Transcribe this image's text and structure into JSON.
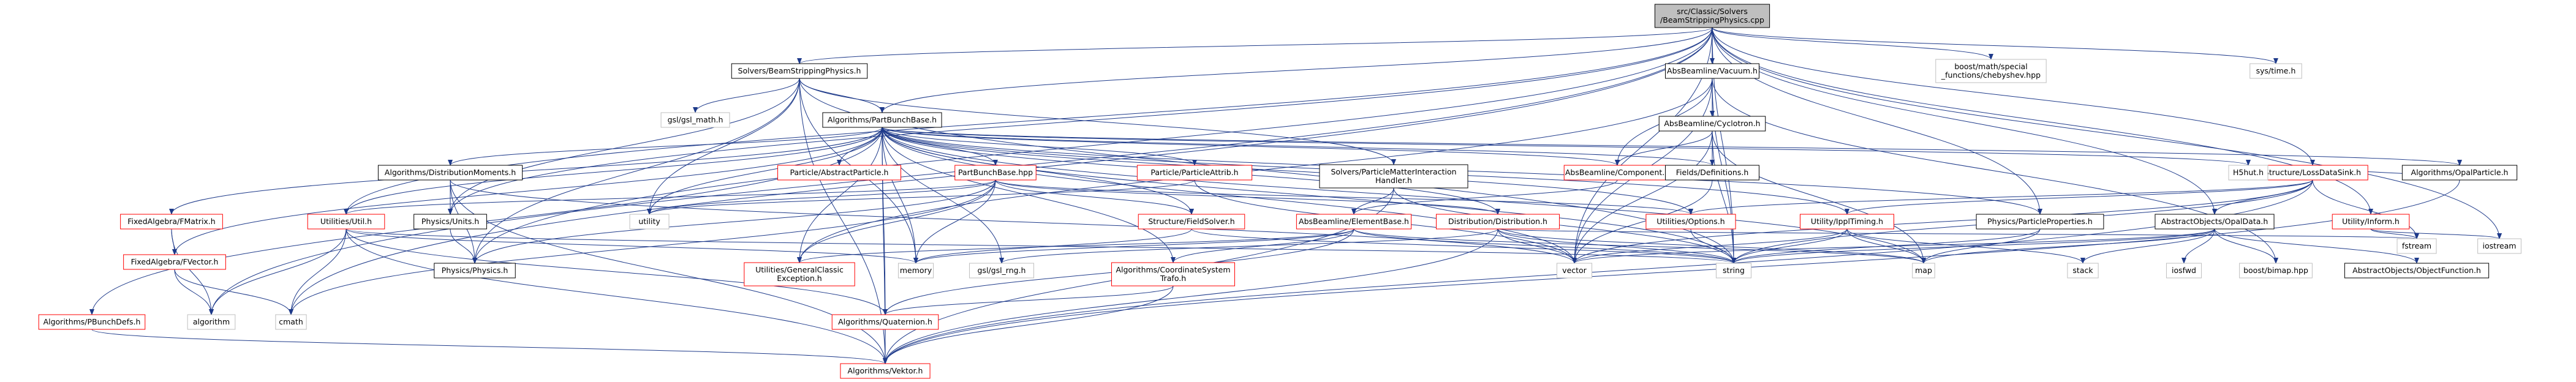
{
  "nodes": [
    {
      "id": "root",
      "lines": [
        "src/Classic/Solvers",
        "/BeamStrippingPhysics.cpp"
      ],
      "style": "root"
    },
    {
      "id": "bsphys",
      "lines": [
        "Solvers/BeamStrippingPhysics.h"
      ],
      "style": "normal"
    },
    {
      "id": "absvac",
      "lines": [
        "AbsBeamline/Vacuum.h"
      ],
      "style": "normal"
    },
    {
      "id": "chebyshev",
      "lines": [
        "boost/math/special",
        "_functions/chebyshev.hpp"
      ],
      "style": "ext"
    },
    {
      "id": "systime",
      "lines": [
        "sys/time.h"
      ],
      "style": "ext"
    },
    {
      "id": "pbb",
      "lines": [
        "Algorithms/PartBunchBase.h"
      ],
      "style": "normal"
    },
    {
      "id": "glmath",
      "lines": [
        "gsl/gsl_math.h"
      ],
      "style": "ext"
    },
    {
      "id": "cyclotron",
      "lines": [
        "AbsBeamline/Cyclotron.h"
      ],
      "style": "normal"
    },
    {
      "id": "lossds",
      "lines": [
        "Structure/LossDataSink.h"
      ],
      "style": "red"
    },
    {
      "id": "distmom",
      "lines": [
        "Algorithms/DistributionMoments.h"
      ],
      "style": "normal"
    },
    {
      "id": "abspart",
      "lines": [
        "Particle/AbstractParticle.h"
      ],
      "style": "red"
    },
    {
      "id": "pbbhpp",
      "lines": [
        "PartBunchBase.hpp"
      ],
      "style": "red"
    },
    {
      "id": "partattrib",
      "lines": [
        "Particle/ParticleAttrib.h"
      ],
      "style": "red"
    },
    {
      "id": "pmih",
      "lines": [
        "Solvers/ParticleMatterInteraction",
        "Handler.h"
      ],
      "style": "normal"
    },
    {
      "id": "component",
      "lines": [
        "AbsBeamline/Component.h"
      ],
      "style": "red"
    },
    {
      "id": "fields",
      "lines": [
        "Fields/Definitions.h"
      ],
      "style": "normal"
    },
    {
      "id": "h5hut",
      "lines": [
        "H5hut.h"
      ],
      "style": "ext"
    },
    {
      "id": "opalpart",
      "lines": [
        "Algorithms/OpalParticle.h"
      ],
      "style": "normal"
    },
    {
      "id": "fixmat",
      "lines": [
        "FixedAlgebra/FMatrix.h"
      ],
      "style": "red"
    },
    {
      "id": "physunits",
      "lines": [
        "Physics/Units.h"
      ],
      "style": "normal"
    },
    {
      "id": "utility",
      "lines": [
        "utility"
      ],
      "style": "ext"
    },
    {
      "id": "utilutil",
      "lines": [
        "Utilities/Util.h"
      ],
      "style": "red"
    },
    {
      "id": "fieldsolver",
      "lines": [
        "Structure/FieldSolver.h"
      ],
      "style": "red"
    },
    {
      "id": "elembase",
      "lines": [
        "AbsBeamline/ElementBase.h"
      ],
      "style": "red"
    },
    {
      "id": "distribution",
      "lines": [
        "Distribution/Distribution.h"
      ],
      "style": "red"
    },
    {
      "id": "options",
      "lines": [
        "Utilities/Options.h"
      ],
      "style": "red"
    },
    {
      "id": "ipptiming",
      "lines": [
        "Utility/IpplTiming.h"
      ],
      "style": "red"
    },
    {
      "id": "physprop",
      "lines": [
        "Physics/ParticleProperties.h"
      ],
      "style": "normal"
    },
    {
      "id": "opaldata",
      "lines": [
        "AbstractObjects/OpalData.h"
      ],
      "style": "normal"
    },
    {
      "id": "inform",
      "lines": [
        "Utility/Inform.h"
      ],
      "style": "red"
    },
    {
      "id": "fixvec",
      "lines": [
        "FixedAlgebra/FVector.h"
      ],
      "style": "red"
    },
    {
      "id": "physphys",
      "lines": [
        "Physics/Physics.h"
      ],
      "style": "normal"
    },
    {
      "id": "memory",
      "lines": [
        "memory"
      ],
      "style": "ext"
    },
    {
      "id": "gslrng",
      "lines": [
        "gsl/gsl_rng.h"
      ],
      "style": "ext"
    },
    {
      "id": "classicexc",
      "lines": [
        "Utilities/GeneralClassic",
        "Exception.h"
      ],
      "style": "red"
    },
    {
      "id": "coordsys",
      "lines": [
        "Algorithms/CoordinateSystem",
        "Trafo.h"
      ],
      "style": "red"
    },
    {
      "id": "vector",
      "lines": [
        "vector"
      ],
      "style": "ext"
    },
    {
      "id": "string",
      "lines": [
        "string"
      ],
      "style": "ext"
    },
    {
      "id": "map",
      "lines": [
        "map"
      ],
      "style": "ext"
    },
    {
      "id": "stack",
      "lines": [
        "stack"
      ],
      "style": "ext"
    },
    {
      "id": "iosfwd",
      "lines": [
        "iosfwd"
      ],
      "style": "ext"
    },
    {
      "id": "bitmap",
      "lines": [
        "boost/bimap.hpp"
      ],
      "style": "ext"
    },
    {
      "id": "objfunc",
      "lines": [
        "AbstractObjects/ObjectFunction.h"
      ],
      "style": "normal"
    },
    {
      "id": "fstream",
      "lines": [
        "fstream"
      ],
      "style": "ext"
    },
    {
      "id": "iostream",
      "lines": [
        "iostream"
      ],
      "style": "ext"
    },
    {
      "id": "pbdefs",
      "lines": [
        "Algorithms/PBunchDefs.h"
      ],
      "style": "red"
    },
    {
      "id": "algorithm",
      "lines": [
        "algorithm"
      ],
      "style": "ext"
    },
    {
      "id": "cmath",
      "lines": [
        "cmath"
      ],
      "style": "ext"
    },
    {
      "id": "quaternion",
      "lines": [
        "Algorithms/Quaternion.h"
      ],
      "style": "red"
    },
    {
      "id": "vektor",
      "lines": [
        "Algorithms/Vektor.h"
      ],
      "style": "red"
    }
  ],
  "edges": [
    [
      "root",
      "bsphys"
    ],
    [
      "root",
      "absvac"
    ],
    [
      "root",
      "chebyshev"
    ],
    [
      "root",
      "systime"
    ],
    [
      "root",
      "pbb"
    ],
    [
      "root",
      "cyclotron"
    ],
    [
      "root",
      "lossds"
    ],
    [
      "root",
      "physprop"
    ],
    [
      "root",
      "opaldata"
    ],
    [
      "root",
      "inform"
    ],
    [
      "root",
      "physunits"
    ],
    [
      "root",
      "physphys"
    ],
    [
      "root",
      "utilutil"
    ],
    [
      "root",
      "algorithm"
    ],
    [
      "root",
      "cmath"
    ],
    [
      "root",
      "iostream"
    ],
    [
      "root",
      "vector"
    ],
    [
      "root",
      "string"
    ],
    [
      "bsphys",
      "pbb"
    ],
    [
      "bsphys",
      "glmath"
    ],
    [
      "bsphys",
      "pmih"
    ],
    [
      "bsphys",
      "physunits"
    ],
    [
      "bsphys",
      "utility"
    ],
    [
      "bsphys",
      "memory"
    ],
    [
      "bsphys",
      "string"
    ],
    [
      "bsphys",
      "vektor"
    ],
    [
      "bsphys",
      "physphys"
    ],
    [
      "absvac",
      "cyclotron"
    ],
    [
      "absvac",
      "component"
    ],
    [
      "absvac",
      "vector"
    ],
    [
      "absvac",
      "string"
    ],
    [
      "absvac",
      "bitmap"
    ],
    [
      "absvac",
      "classicexc"
    ],
    [
      "pbb",
      "distmom"
    ],
    [
      "pbb",
      "abspart"
    ],
    [
      "pbb",
      "pbbhpp"
    ],
    [
      "pbb",
      "partattrib"
    ],
    [
      "pbb",
      "component"
    ],
    [
      "pbb",
      "fields"
    ],
    [
      "pbb",
      "h5hut"
    ],
    [
      "pbb",
      "opalpart"
    ],
    [
      "pbb",
      "fixmat"
    ],
    [
      "pbb",
      "fixvec"
    ],
    [
      "pbb",
      "pbdefs"
    ],
    [
      "pbb",
      "utility"
    ],
    [
      "pbb",
      "memory"
    ],
    [
      "pbb",
      "fieldsolver"
    ],
    [
      "pbb",
      "distribution"
    ],
    [
      "pbb",
      "options"
    ],
    [
      "pbb",
      "ipptiming"
    ],
    [
      "pbb",
      "physprop"
    ],
    [
      "pbb",
      "classicexc"
    ],
    [
      "pbb",
      "coordsys"
    ],
    [
      "pbb",
      "quaternion"
    ],
    [
      "pbb",
      "vektor"
    ],
    [
      "pbb",
      "vector"
    ],
    [
      "pbb",
      "string"
    ],
    [
      "pbb",
      "map"
    ],
    [
      "pbb",
      "gslrng"
    ],
    [
      "pbb",
      "utilutil"
    ],
    [
      "cyclotron",
      "component"
    ],
    [
      "cyclotron",
      "fields"
    ],
    [
      "cyclotron",
      "vector"
    ],
    [
      "cyclotron",
      "string"
    ],
    [
      "cyclotron",
      "map"
    ],
    [
      "lossds",
      "h5hut"
    ],
    [
      "lossds",
      "opalpart"
    ],
    [
      "lossds",
      "opaldata"
    ],
    [
      "lossds",
      "fstream"
    ],
    [
      "lossds",
      "vector"
    ],
    [
      "lossds",
      "string"
    ],
    [
      "lossds",
      "vektor"
    ],
    [
      "lossds",
      "options"
    ],
    [
      "lossds",
      "ipptiming"
    ],
    [
      "distmom",
      "physunits"
    ],
    [
      "distmom",
      "physphys"
    ],
    [
      "distmom",
      "vektor"
    ],
    [
      "distmom",
      "vector"
    ],
    [
      "pbbhpp",
      "fieldsolver"
    ],
    [
      "pbbhpp",
      "utilutil"
    ],
    [
      "pbbhpp",
      "physphys"
    ],
    [
      "pbbhpp",
      "classicexc"
    ],
    [
      "pbbhpp",
      "options"
    ],
    [
      "pbbhpp",
      "distribution"
    ],
    [
      "pbbhpp",
      "cmath"
    ],
    [
      "pbbhpp",
      "memory"
    ],
    [
      "pbbhpp",
      "utility"
    ],
    [
      "partattrib",
      "utility"
    ],
    [
      "partattrib",
      "vector"
    ],
    [
      "pmih",
      "elembase"
    ],
    [
      "pmih",
      "vektor"
    ],
    [
      "pmih",
      "string"
    ],
    [
      "component",
      "elembase"
    ],
    [
      "fields",
      "vector"
    ],
    [
      "opalpart",
      "vektor"
    ],
    [
      "fixmat",
      "fixvec"
    ],
    [
      "fixmat",
      "algorithm"
    ],
    [
      "physunits",
      "physphys"
    ],
    [
      "utilutil",
      "vektor"
    ],
    [
      "utilutil",
      "quaternion"
    ],
    [
      "utilutil",
      "algorithm"
    ],
    [
      "utilutil",
      "cmath"
    ],
    [
      "utilutil",
      "string"
    ],
    [
      "utilutil",
      "memory"
    ],
    [
      "fieldsolver",
      "memory"
    ],
    [
      "fieldsolver",
      "string"
    ],
    [
      "elembase",
      "coordsys"
    ],
    [
      "elembase",
      "classicexc"
    ],
    [
      "elembase",
      "quaternion"
    ],
    [
      "elembase",
      "map"
    ],
    [
      "elembase",
      "string"
    ],
    [
      "elembase",
      "memory"
    ],
    [
      "distribution",
      "vektor"
    ],
    [
      "distribution",
      "gslrng"
    ],
    [
      "distribution",
      "vector"
    ],
    [
      "distribution",
      "map"
    ],
    [
      "distribution",
      "string"
    ],
    [
      "distribution",
      "fstream"
    ],
    [
      "options",
      "string"
    ],
    [
      "ipptiming",
      "map"
    ],
    [
      "ipptiming",
      "stack"
    ],
    [
      "ipptiming",
      "string"
    ],
    [
      "ipptiming",
      "vector"
    ],
    [
      "physprop",
      "map"
    ],
    [
      "physprop",
      "string"
    ],
    [
      "opaldata",
      "iosfwd"
    ],
    [
      "opaldata",
      "bitmap"
    ],
    [
      "opaldata",
      "objfunc"
    ],
    [
      "opaldata",
      "map"
    ],
    [
      "opaldata",
      "stack"
    ],
    [
      "opaldata",
      "string"
    ],
    [
      "opaldata",
      "vector"
    ],
    [
      "inform",
      "iostream"
    ],
    [
      "inform",
      "fstream"
    ],
    [
      "fixvec",
      "algorithm"
    ],
    [
      "fixvec",
      "cmath"
    ],
    [
      "coordsys",
      "quaternion"
    ],
    [
      "coordsys",
      "vektor"
    ],
    [
      "quaternion",
      "vektor"
    ],
    [
      "pbdefs",
      "vektor"
    ]
  ]
}
